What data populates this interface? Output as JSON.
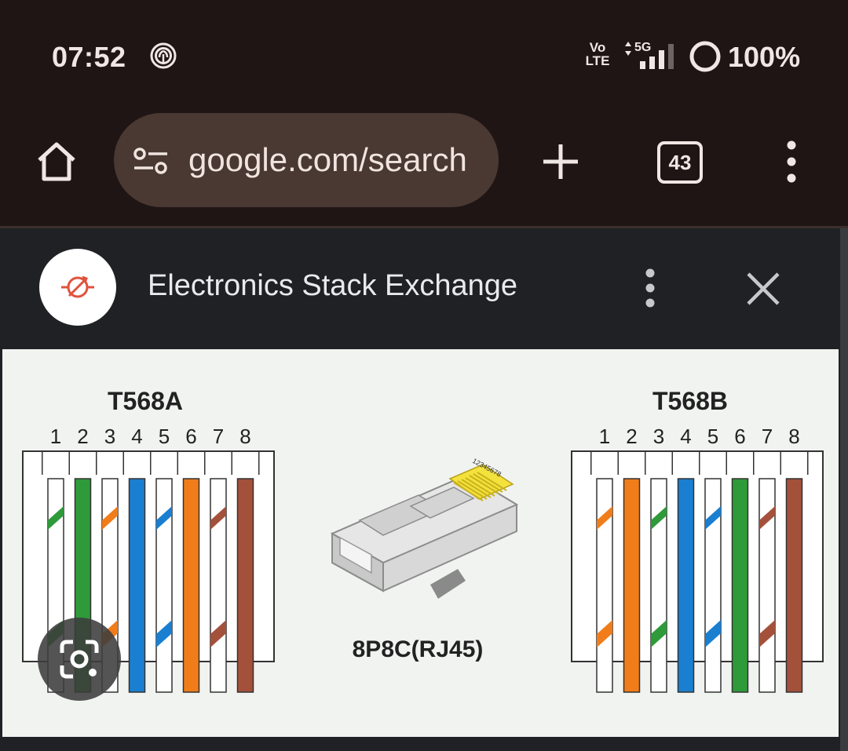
{
  "status_bar": {
    "time": "07:52",
    "volte_top": "Vo",
    "volte_bottom": "LTE",
    "network": "5G",
    "battery": "100%"
  },
  "toolbar": {
    "url": "google.com/search",
    "tab_count": "43",
    "icons": [
      "home-icon",
      "site-settings-icon",
      "new-tab-icon",
      "tab-switcher-icon",
      "menu-icon"
    ]
  },
  "sheet": {
    "site_title": "Electronics Stack Exchange",
    "icons": [
      "favicon-icon",
      "more-vert-icon",
      "close-icon"
    ]
  },
  "diagram": {
    "left": {
      "title": "T568A",
      "pins": [
        "1",
        "2",
        "3",
        "4",
        "5",
        "6",
        "7",
        "8"
      ],
      "wires": [
        {
          "color": "#2e9a3a",
          "striped": true
        },
        {
          "color": "#2e9a3a",
          "striped": false
        },
        {
          "color": "#f07d1a",
          "striped": true
        },
        {
          "color": "#1a7fd0",
          "striped": false
        },
        {
          "color": "#1a7fd0",
          "striped": true
        },
        {
          "color": "#f07d1a",
          "striped": false
        },
        {
          "color": "#a4513b",
          "striped": true
        },
        {
          "color": "#a4513b",
          "striped": false
        }
      ]
    },
    "right": {
      "title": "T568B",
      "pins": [
        "1",
        "2",
        "3",
        "4",
        "5",
        "6",
        "7",
        "8"
      ],
      "wires": [
        {
          "color": "#f07d1a",
          "striped": true
        },
        {
          "color": "#f07d1a",
          "striped": false
        },
        {
          "color": "#2e9a3a",
          "striped": true
        },
        {
          "color": "#1a7fd0",
          "striped": false
        },
        {
          "color": "#1a7fd0",
          "striped": true
        },
        {
          "color": "#2e9a3a",
          "striped": false
        },
        {
          "color": "#a4513b",
          "striped": true
        },
        {
          "color": "#a4513b",
          "striped": false
        }
      ]
    },
    "connector_label": "8P8C(RJ45)",
    "connector_pins": "12345678"
  },
  "lens_button": {
    "icon": "google-lens-icon"
  }
}
